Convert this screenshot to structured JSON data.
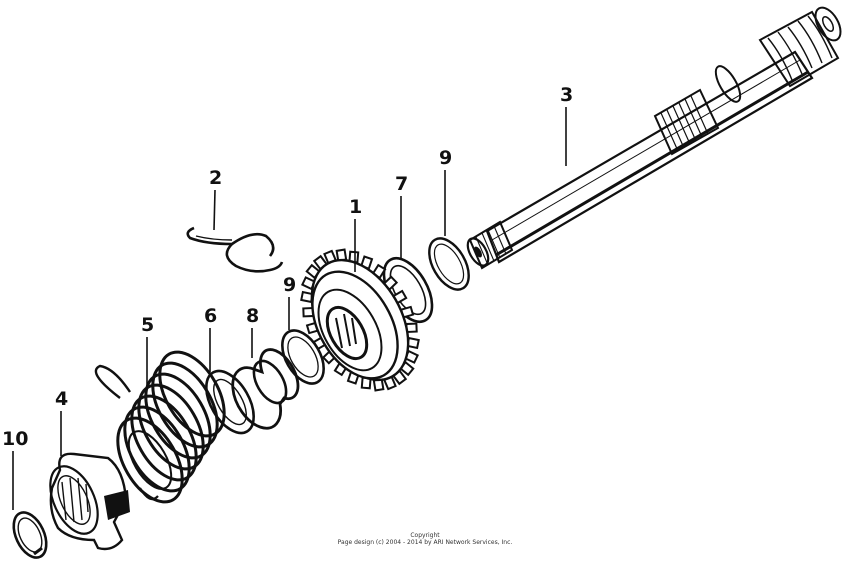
{
  "callouts": {
    "p1": "1",
    "p2": "2",
    "p3": "3",
    "p4": "4",
    "p5": "5",
    "p6": "6",
    "p7": "7",
    "p8": "8",
    "p9a": "9",
    "p9b": "9",
    "p10": "10"
  },
  "footer": {
    "line1": "Copyright",
    "line2": "Page design (c) 2004 - 2014 by ARI Network Services, Inc."
  }
}
